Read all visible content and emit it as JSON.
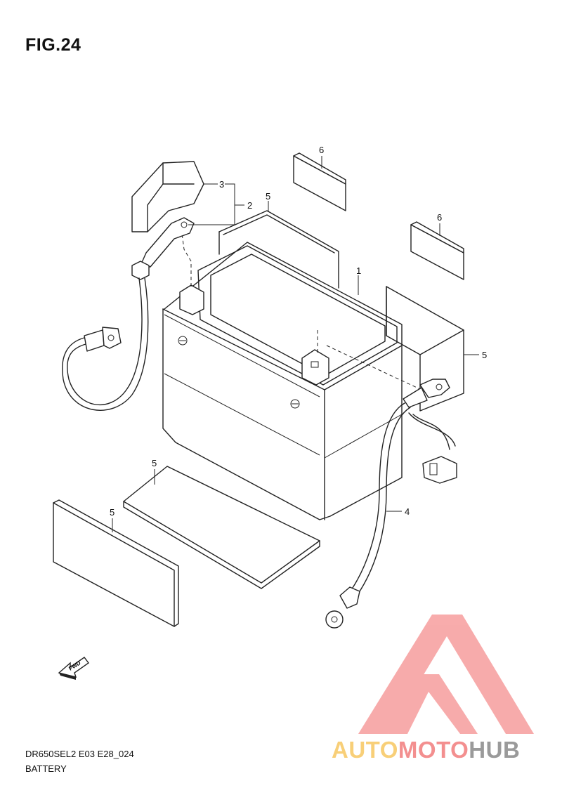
{
  "figure": {
    "title": "FIG.24"
  },
  "callouts": {
    "battery": "1",
    "cable_set": "2",
    "terminal_cover": "3",
    "negative_cable": "4",
    "pad_left_top": "5",
    "pad_right": "5",
    "pad_bottom_top": "5",
    "pad_bottom_left": "5",
    "spacer_top": "6",
    "spacer_mid": "6"
  },
  "fwd_arrow": {
    "label": "FWD"
  },
  "footer": {
    "model_code": "DR650SEL2 E03 E28_024",
    "caption": "BATTERY"
  },
  "watermark": {
    "part1": "AUTO",
    "part2": "MOTO",
    "part3": "HUB",
    "colors": {
      "auto": "#f8cf78",
      "moto": "#f38f8f",
      "hub": "#9a9a9a",
      "logo": "#f7a3a3"
    }
  }
}
